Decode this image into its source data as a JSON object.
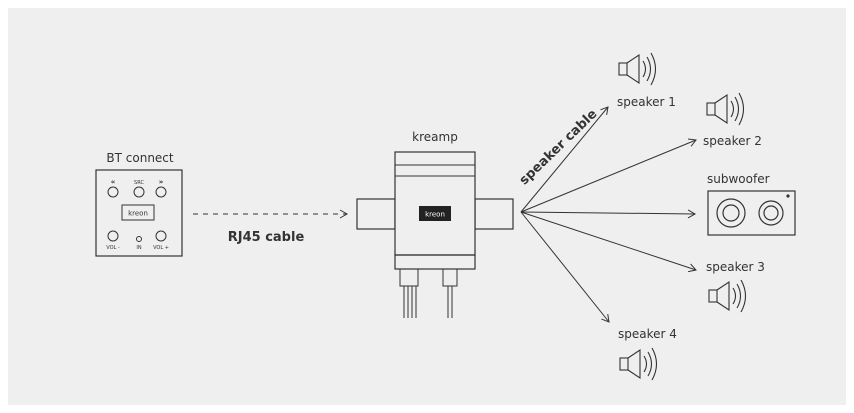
{
  "labels": {
    "bt_connect": "BT connect",
    "kreamp": "kreamp",
    "rj45_cable": "RJ45 cable",
    "speaker_cable": "speaker cable",
    "speaker_1": "speaker 1",
    "speaker_2": "speaker 2",
    "subwoofer": "subwoofer",
    "speaker_3": "speaker 3",
    "speaker_4": "speaker 4"
  },
  "bt_device": {
    "logo": "kreon",
    "btn_prev": "«",
    "btn_src": "SRC",
    "btn_next": "»",
    "btn_vol_minus": "VOL -",
    "btn_in": "IN",
    "btn_vol_plus": "VOL +"
  },
  "amp": {
    "logo": "kreon"
  },
  "colors": {
    "background": "#efefef",
    "line": "#333333",
    "logo_bg": "#222222"
  }
}
